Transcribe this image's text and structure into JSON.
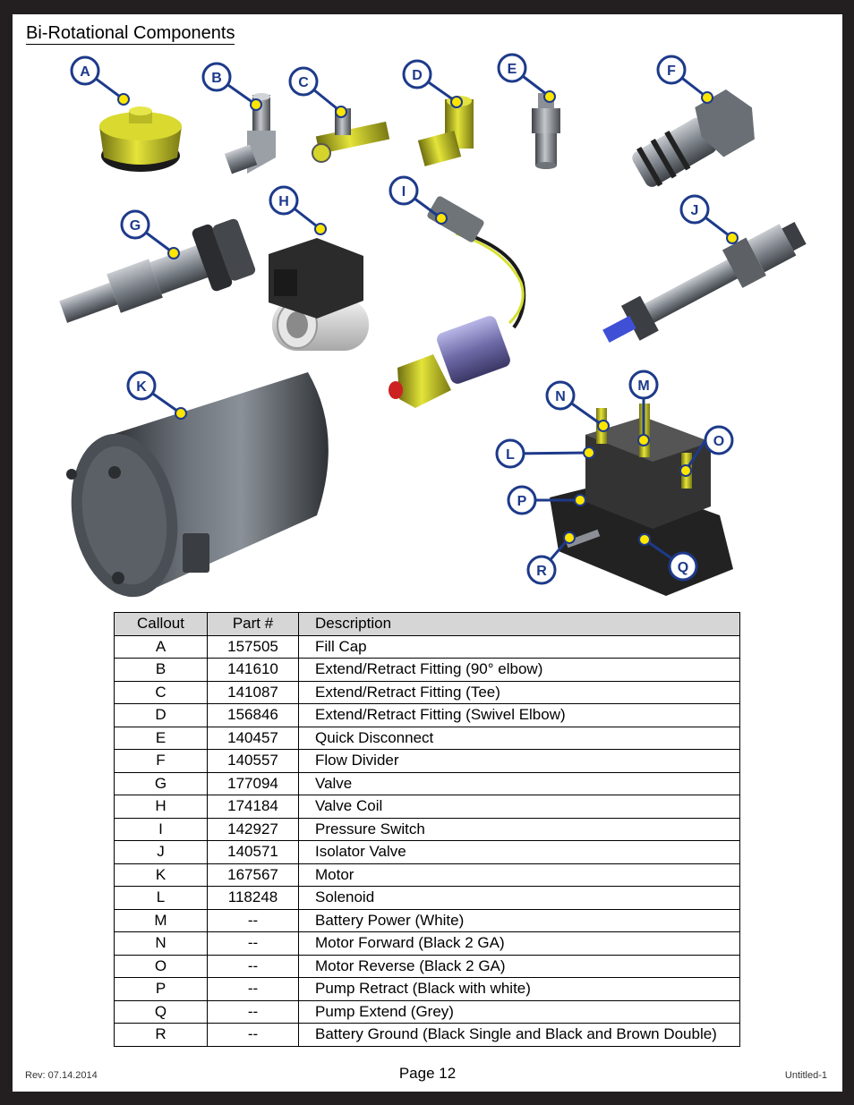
{
  "page": {
    "title": "Bi-Rotational Components",
    "footer_left": "Rev: 07.14.2014",
    "footer_center": "Page 12",
    "footer_right": "Untitled-1"
  },
  "colors": {
    "callout_ring": "#1d3a8a",
    "callout_dot": "#ffe600",
    "part_yellow": "#d4d42a",
    "metal_grey": "#8c9096",
    "dark_grey": "#3a3d40",
    "header_fill": "#d6d6d6"
  },
  "callouts": [
    "A",
    "B",
    "C",
    "D",
    "E",
    "F",
    "G",
    "H",
    "I",
    "J",
    "K",
    "L",
    "M",
    "N",
    "O",
    "P",
    "Q",
    "R"
  ],
  "table": {
    "headers": [
      "Callout",
      "Part #",
      "Description"
    ],
    "rows": [
      {
        "callout": "A",
        "part": "157505",
        "description": "Fill Cap"
      },
      {
        "callout": "B",
        "part": "141610",
        "description": "Extend/Retract Fitting (90° elbow)"
      },
      {
        "callout": "C",
        "part": "141087",
        "description": "Extend/Retract Fitting (Tee)"
      },
      {
        "callout": "D",
        "part": "156846",
        "description": "Extend/Retract Fitting (Swivel Elbow)"
      },
      {
        "callout": "E",
        "part": "140457",
        "description": "Quick Disconnect"
      },
      {
        "callout": "F",
        "part": "140557",
        "description": "Flow Divider"
      },
      {
        "callout": "G",
        "part": "177094",
        "description": "Valve"
      },
      {
        "callout": "H",
        "part": "174184",
        "description": "Valve Coil"
      },
      {
        "callout": "I",
        "part": "142927",
        "description": "Pressure Switch"
      },
      {
        "callout": "J",
        "part": "140571",
        "description": "Isolator Valve"
      },
      {
        "callout": "K",
        "part": "167567",
        "description": "Motor"
      },
      {
        "callout": "L",
        "part": "118248",
        "description": "Solenoid"
      },
      {
        "callout": "M",
        "part": "--",
        "description": "Battery Power (White)"
      },
      {
        "callout": "N",
        "part": "--",
        "description": "Motor Forward (Black 2 GA)"
      },
      {
        "callout": "O",
        "part": "--",
        "description": "Motor Reverse (Black 2 GA)"
      },
      {
        "callout": "P",
        "part": "--",
        "description": "Pump Retract (Black with white)"
      },
      {
        "callout": "Q",
        "part": "--",
        "description": "Pump Extend (Grey)"
      },
      {
        "callout": "R",
        "part": "--",
        "description": "Battery Ground (Black Single and Black and Brown Double)"
      }
    ]
  }
}
